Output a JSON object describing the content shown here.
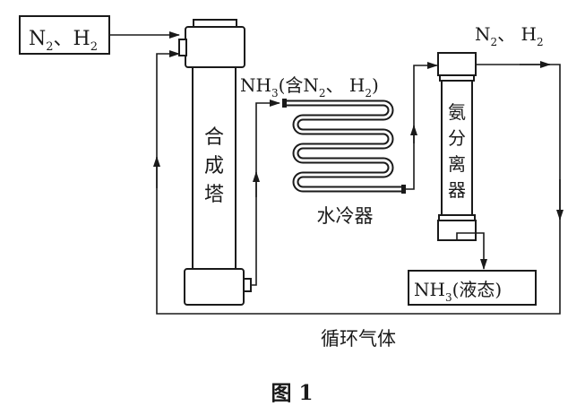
{
  "feed": {
    "main": "N",
    "sub1": "2",
    "sep": "、",
    "main2": "H",
    "sub2": "2"
  },
  "tower": {
    "label_chars": [
      "合",
      "成",
      "塔"
    ]
  },
  "tower_outlet": {
    "prefix": "NH",
    "sub": "3",
    "open": "(含N",
    "sub2": "2",
    "mid": "、 H",
    "sub3": "2",
    "close": ")"
  },
  "cooler": {
    "label": "水冷器"
  },
  "separator": {
    "label_chars": [
      "氨",
      "分",
      "离",
      "器"
    ]
  },
  "separator_top": {
    "main": "N",
    "sub1": "2",
    "sep": "、 H",
    "sub2": "2"
  },
  "product": {
    "main": "NH",
    "sub": "3",
    "rest": "(液态)"
  },
  "recycle": {
    "label": "循环气体"
  },
  "caption": {
    "label": "图 1"
  }
}
